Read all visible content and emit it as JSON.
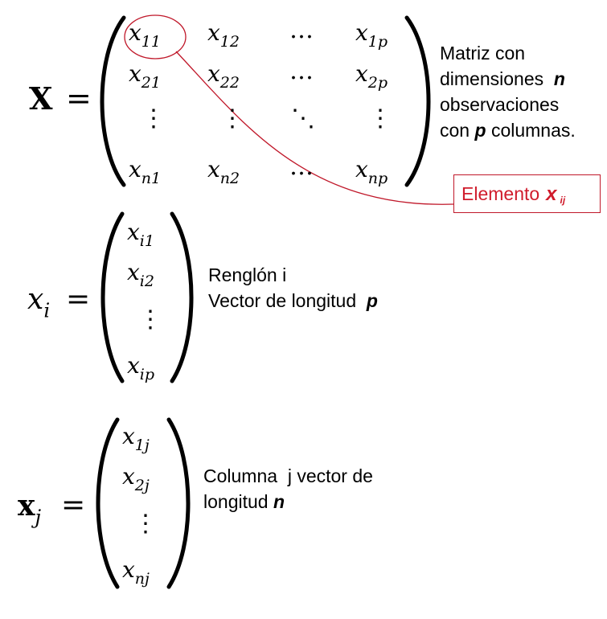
{
  "matrix_X": {
    "lhs_symbol": "X",
    "equals": "=",
    "cells": [
      [
        {
          "base": "x",
          "sub": "11"
        },
        {
          "base": "x",
          "sub": "12"
        },
        {
          "dots": "…"
        },
        {
          "base": "x",
          "sub": "1p"
        }
      ],
      [
        {
          "base": "x",
          "sub": "21"
        },
        {
          "base": "x",
          "sub": "22"
        },
        {
          "dots": "…"
        },
        {
          "base": "x",
          "sub": "2p"
        }
      ],
      [
        {
          "dots": "⋮"
        },
        {
          "dots": "⋮"
        },
        {
          "dots": "⋱"
        },
        {
          "dots": "⋮"
        }
      ],
      [
        {
          "base": "x",
          "sub": "n1"
        },
        {
          "base": "x",
          "sub": "n2"
        },
        {
          "dots": "…"
        },
        {
          "base": "x",
          "sub": "np"
        }
      ]
    ],
    "description": {
      "line1": "Matriz con",
      "line2_text": "dimensiones",
      "line2_var": "n",
      "line3": "observaciones",
      "line4_pre": "con",
      "line4_var": "p",
      "line4_post": "columnas."
    }
  },
  "callout": {
    "label": "Elemento",
    "var": "x",
    "sub": "ij",
    "color": "#c0182a"
  },
  "row_vector": {
    "lhs_base": "x",
    "lhs_sub": "i",
    "equals": "=",
    "entries": [
      {
        "base": "x",
        "sub": "i1"
      },
      {
        "base": "x",
        "sub": "i2"
      },
      {
        "dots": "⋮"
      },
      {
        "base": "x",
        "sub": "ip"
      }
    ],
    "description": {
      "line1": "Renglón i",
      "line2_text": "Vector de longitud",
      "line2_var": "p"
    }
  },
  "col_vector": {
    "lhs_base": "x",
    "lhs_sub": "j",
    "equals": "=",
    "entries": [
      {
        "base": "x",
        "sub": "1j"
      },
      {
        "base": "x",
        "sub": "2j"
      },
      {
        "dots": "⋮"
      },
      {
        "base": "x",
        "sub": "nj"
      }
    ],
    "description": {
      "line1": "Columna  j vector de",
      "line2_text": "longitud",
      "line2_var": "n"
    }
  }
}
